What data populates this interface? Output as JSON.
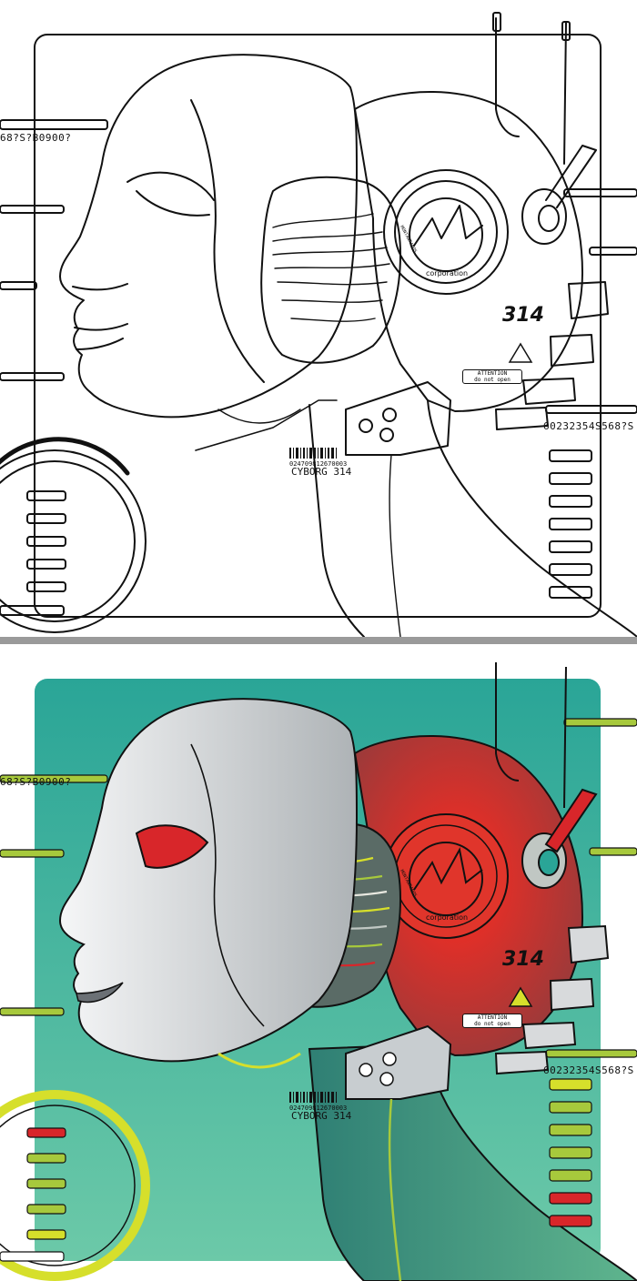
{
  "illustration": {
    "code_left": "68?S?B0900?",
    "code_right": "60232354S568?S",
    "barcode_number": "024709812670003",
    "model_label": "CYBORG 314",
    "unit_number": "314",
    "warning_title": "ATTENTION",
    "warning_text": "do not open",
    "corp_name": "corporation",
    "ring_caption": "MONTANTANOS"
  },
  "colors": {
    "line": "#111111",
    "teal_bg": "#2aa597",
    "teal_light": "#6cc9a8",
    "face_silver": "#d8dadc",
    "helmet_red": "#e0352b",
    "neck_green": "#3c8f7b",
    "accent_yellow": "#d6df2b",
    "accent_lime": "#a7c93c",
    "alert_red": "#d8262a"
  }
}
